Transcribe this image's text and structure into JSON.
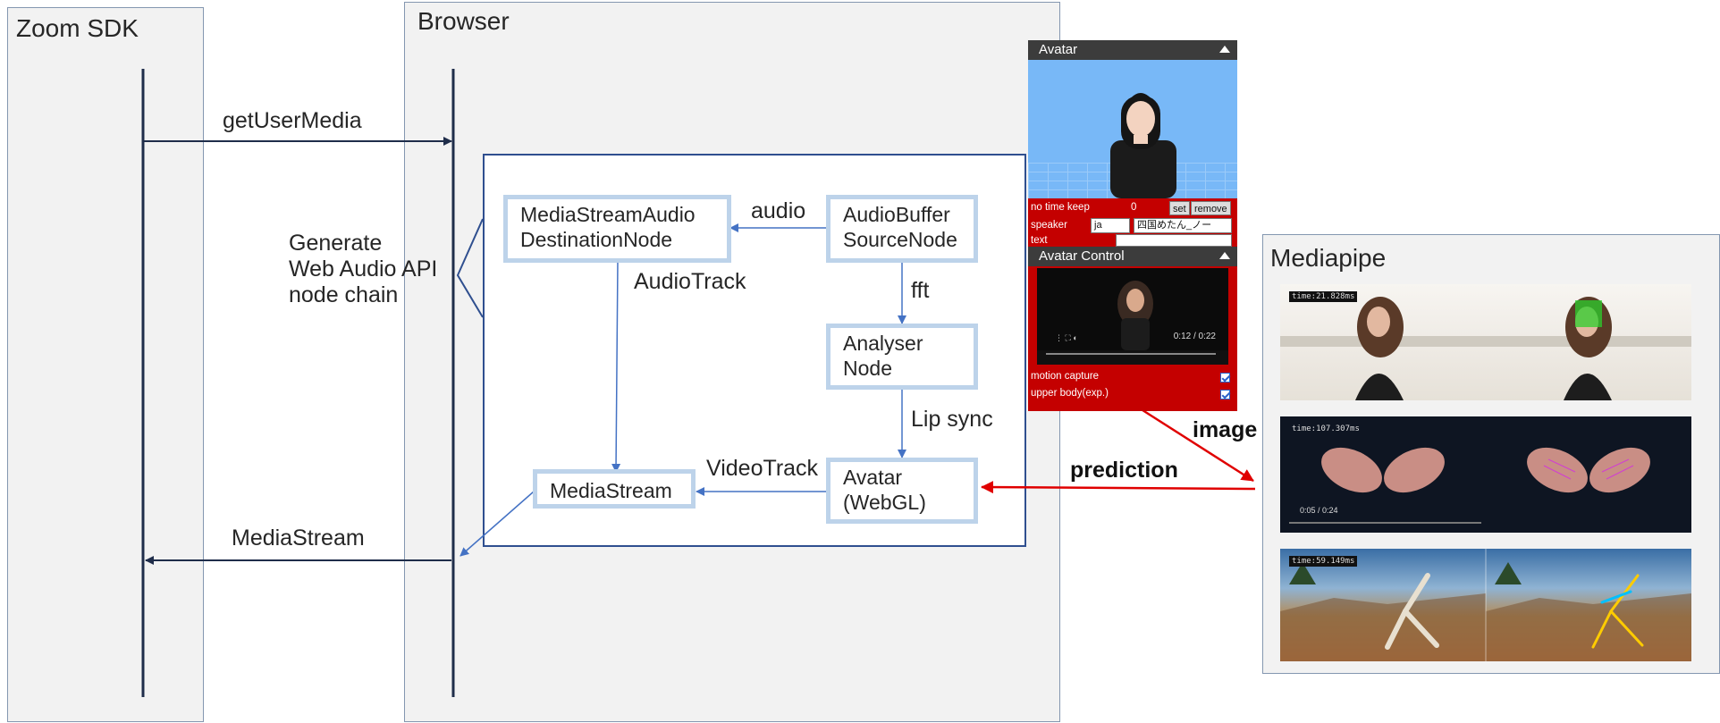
{
  "lanes": {
    "zoom_sdk": "Zoom SDK",
    "browser": "Browser",
    "mediapipe": "Mediapipe"
  },
  "labels": {
    "get_user_media": "getUserMedia",
    "generate_chain": [
      "Generate",
      "Web Audio API",
      "node chain"
    ],
    "audio": "audio",
    "audio_track": "AudioTrack",
    "fft": "fft",
    "lip_sync": "Lip sync",
    "video_track": "VideoTrack",
    "media_stream_return": "MediaStream",
    "image": "image",
    "prediction": "prediction"
  },
  "nodes": {
    "destination": [
      "MediaStreamAudio",
      "DestinationNode"
    ],
    "source": [
      "AudioBuffer",
      "SourceNode"
    ],
    "analyser": [
      "Analyser",
      "Node"
    ],
    "avatar": [
      "Avatar",
      "(WebGL)"
    ],
    "media_stream": "MediaStream"
  },
  "avatar_panel": {
    "title": "Avatar",
    "no_time_keep": "no time keep",
    "counter": "0",
    "set_button": "set",
    "remove_button": "remove",
    "speaker_label": "speaker",
    "speaker_lang": "ja",
    "speaker_voice": "四国めたん_ノー",
    "text_label": "text",
    "control_title": "Avatar Control",
    "video_time": "0:12 / 0:22",
    "motion_capture": "motion capture",
    "upper_body": "upper body(exp.)"
  },
  "mediapipe": {
    "thumb1_time": "time:21.828ms",
    "thumb2_time": "time:107.307ms",
    "thumb2_video_time": "0:05 / 0:24",
    "thumb3_time": "time:59.149ms"
  },
  "colors": {
    "lane_bg": "#f2f2f2",
    "lane_border": "#8497b0",
    "node_border": "#bdd3ea",
    "arrow_blue": "#4472c4",
    "arrow_red": "#e00000",
    "panel_red": "#c40000",
    "avatar_sky": "#78b8f7"
  }
}
